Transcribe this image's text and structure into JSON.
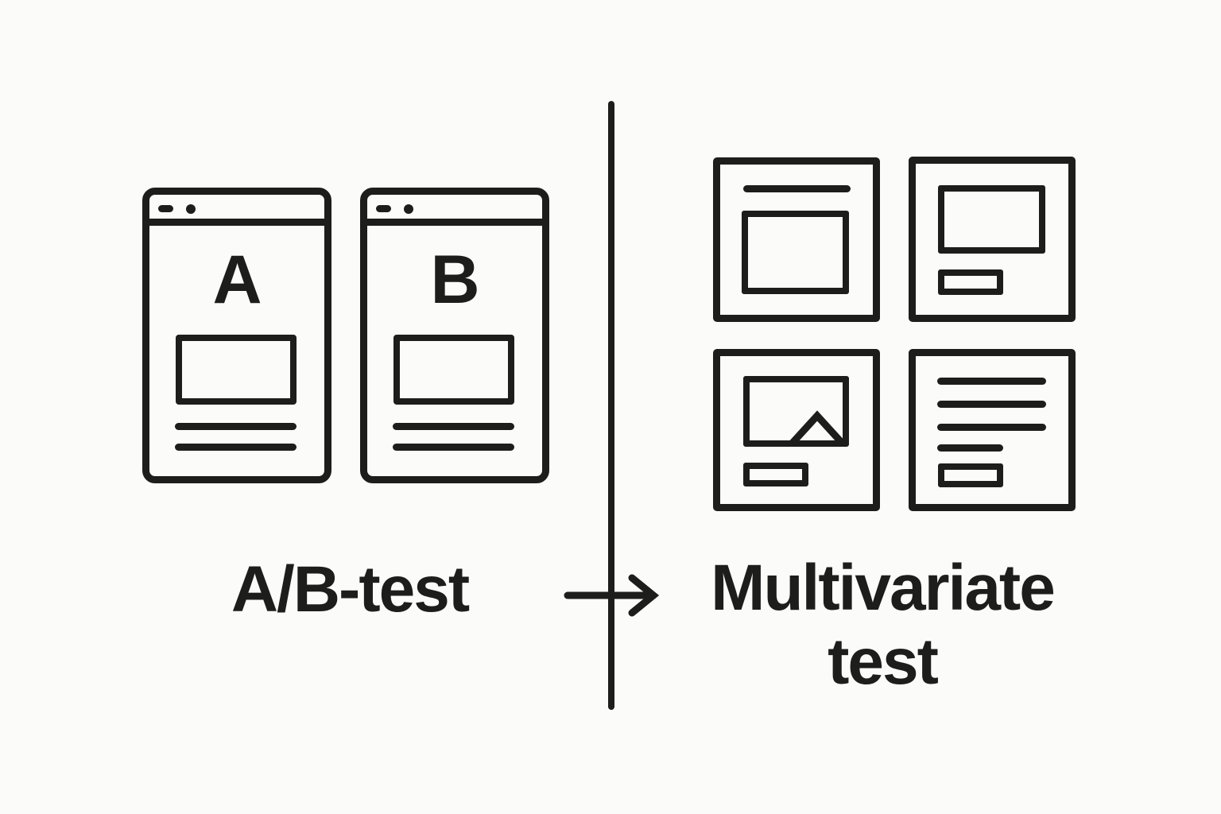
{
  "colors": {
    "background": "#fbfbf9",
    "ink": "#1d1d1b"
  },
  "left_panel": {
    "label": "A/B-test",
    "windows": [
      {
        "letter": "A",
        "elements": [
          "window-control-dots",
          "image-placeholder",
          "text-line",
          "text-line"
        ]
      },
      {
        "letter": "B",
        "elements": [
          "window-control-dots",
          "image-placeholder",
          "text-line",
          "text-line"
        ]
      }
    ]
  },
  "connector": {
    "divider": "vertical-line",
    "arrow_icon": "arrow-right",
    "direction": "left-to-right"
  },
  "right_panel": {
    "label": "Multivariate test",
    "label_lines": [
      "Multivariate",
      "test"
    ],
    "variant_tiles": [
      {
        "elements": [
          "headline-text-line",
          "large-image-placeholder"
        ]
      },
      {
        "elements": [
          "image-placeholder",
          "button-placeholder"
        ]
      },
      {
        "elements": [
          "picture-placeholder-mountain",
          "button-placeholder"
        ]
      },
      {
        "elements": [
          "text-line",
          "text-line",
          "text-line",
          "short-text-line",
          "button-placeholder"
        ]
      }
    ]
  }
}
